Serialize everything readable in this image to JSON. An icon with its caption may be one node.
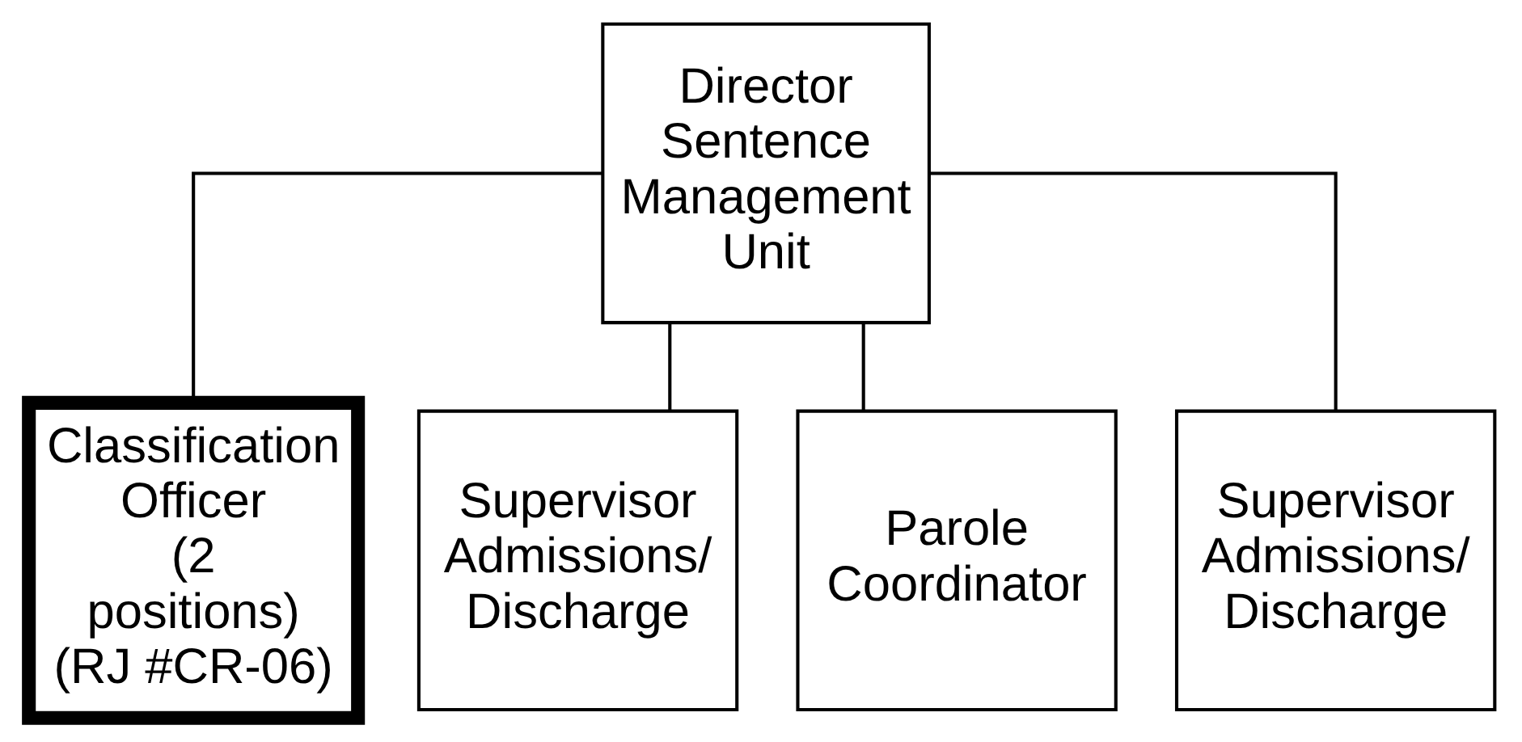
{
  "diagram": {
    "nodes": [
      {
        "text": [
          "Director Sentence Management Unit"
        ]
      },
      {
        "text": [
          "Classification Officer",
          "(2 positions)",
          "(RJ #CR-06)"
        ]
      },
      {
        "text": [
          "Supervisor Admissions/ Discharge"
        ]
      },
      {
        "text": [
          "Parole Coordinator"
        ]
      },
      {
        "text": [
          "Supervisor Admissions/ Discharge"
        ]
      }
    ],
    "edges": [
      {
        "from": 0,
        "to": 1,
        "arrow": "none"
      },
      {
        "from": 0,
        "to": 2,
        "arrow": "none"
      },
      {
        "from": 0,
        "to": 3,
        "arrow": "none"
      },
      {
        "from": 0,
        "to": 4,
        "arrow": "none"
      }
    ]
  }
}
